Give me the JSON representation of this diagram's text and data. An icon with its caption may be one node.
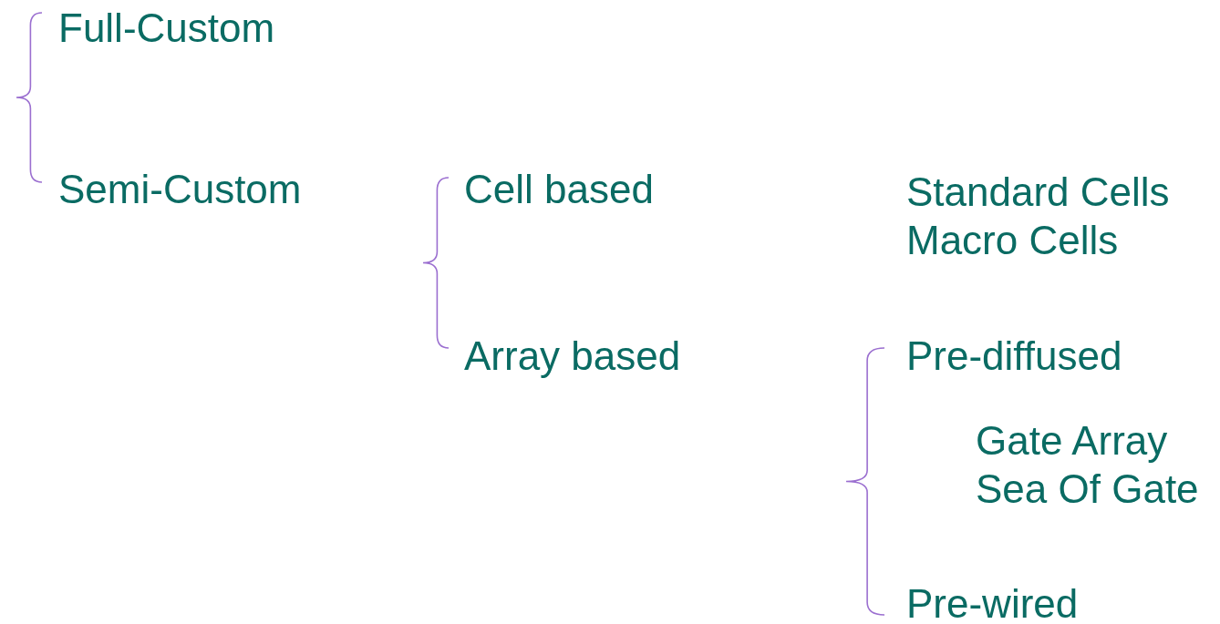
{
  "diagram": {
    "labels": [
      "Full-Custom",
      "Semi-Custom",
      "Cell based",
      "Standard Cells",
      "Macro Cells",
      "Array based",
      "Pre-diffused",
      "Gate Array",
      "Sea Of Gate",
      "Pre-wired"
    ]
  }
}
